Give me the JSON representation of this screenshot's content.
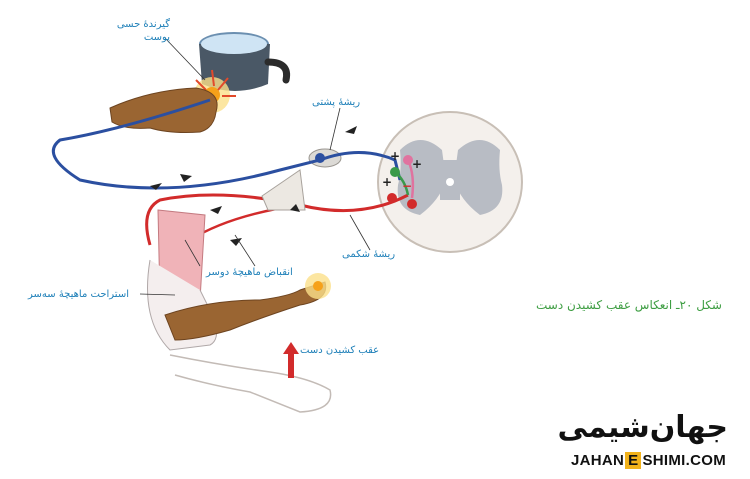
{
  "labels": {
    "skin_receptor": "گیرندهٔ حسی پوست",
    "dorsal_root": "ریشهٔ پشتی",
    "ventral_root": "ریشهٔ شکمی",
    "biceps_contraction": "انقباض ماهیچهٔ دوسر",
    "triceps_relaxation": "استراحت ماهیچهٔ سه‌سر",
    "hand_withdrawal": "عقب کشیدن دست"
  },
  "caption": "شکل ۲۰ـ انعکاس عقب کشیدن دست",
  "synapse_signs": [
    "+",
    "+",
    "+",
    "−"
  ],
  "logo": {
    "fa": "جهان‌شیمی",
    "en_left": "JAHAN",
    "en_mid": "E",
    "en_right": "SHIMI.COM"
  },
  "colors": {
    "label": "#1d7fb8",
    "caption": "#3e9e43",
    "sensory_nerve": "#2b4fa0",
    "motor_nerve": "#d22b2b",
    "skin": "#9a6532",
    "muscle": "#f0b3b8",
    "logo_accent": "#f2b21b"
  }
}
